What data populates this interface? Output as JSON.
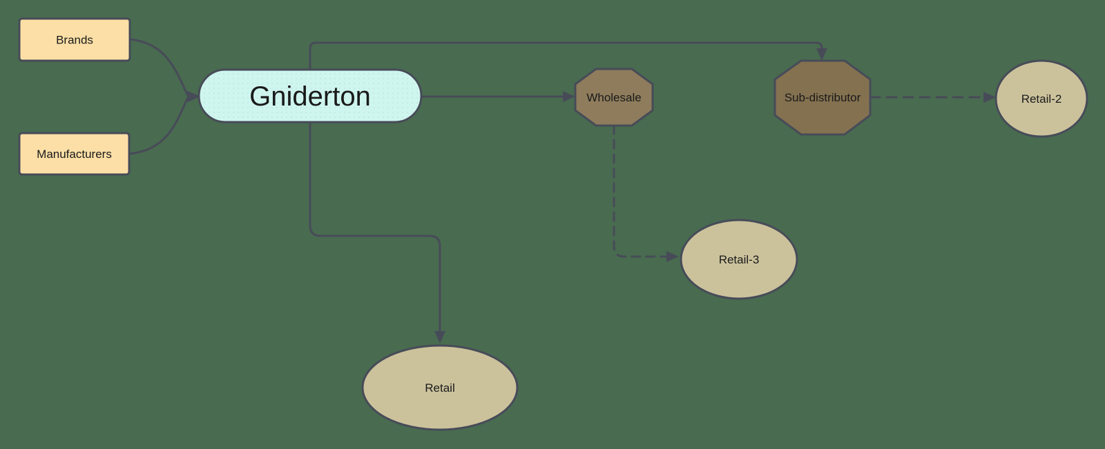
{
  "diagram": {
    "background_color": "#496B50",
    "line_color": "#474B58",
    "text_color": "#1A1A1A",
    "nodes": {
      "brands": {
        "label": "Brands",
        "shape": "rectangle",
        "fill": "#FBDFA6"
      },
      "manufacturers": {
        "label": "Manufacturers",
        "shape": "rectangle",
        "fill": "#FBDFA6"
      },
      "gniderton": {
        "label": "Gniderton",
        "shape": "pill",
        "fill": "#CFF6EE",
        "dot_color": "#BCE2DB"
      },
      "wholesale": {
        "label": "Wholesale",
        "shape": "octagon",
        "fill": "#8E7C5C"
      },
      "sub_distributor": {
        "label": "Sub-distributor",
        "shape": "octagon",
        "fill": "#847150"
      },
      "retail": {
        "label": "Retail",
        "shape": "ellipse",
        "fill": "#CBC29C"
      },
      "retail_2": {
        "label": "Retail-2",
        "shape": "ellipse",
        "fill": "#CBC29C"
      },
      "retail_3": {
        "label": "Retail-3",
        "shape": "ellipse",
        "fill": "#CBC29C"
      }
    },
    "edges": [
      {
        "from": "Brands",
        "to": "Gniderton",
        "style": "solid"
      },
      {
        "from": "Manufacturers",
        "to": "Gniderton",
        "style": "solid"
      },
      {
        "from": "Gniderton",
        "to": "Wholesale",
        "style": "solid"
      },
      {
        "from": "Gniderton",
        "to": "Sub-distributor",
        "style": "solid"
      },
      {
        "from": "Gniderton",
        "to": "Retail",
        "style": "solid"
      },
      {
        "from": "Sub-distributor",
        "to": "Retail-2",
        "style": "dashed"
      },
      {
        "from": "Wholesale",
        "to": "Retail-3",
        "style": "dashed"
      }
    ]
  }
}
